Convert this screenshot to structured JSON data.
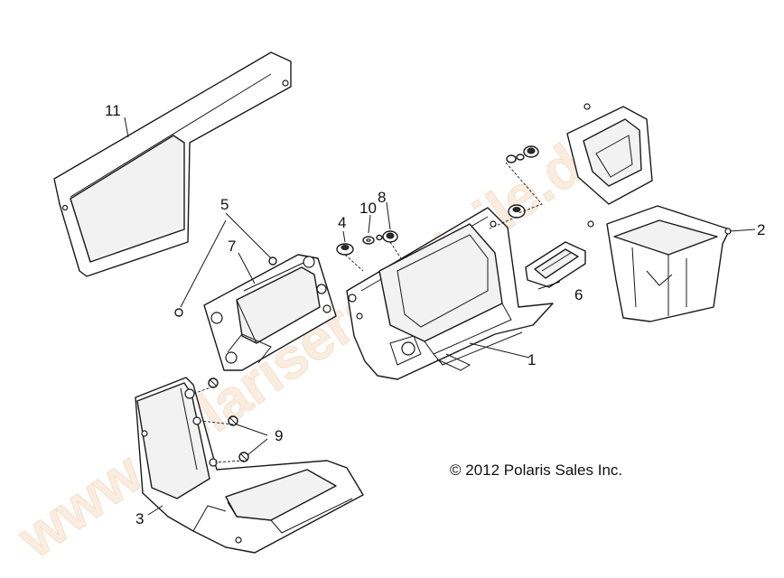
{
  "diagram": {
    "callouts": [
      {
        "id": "c1",
        "label": "1"
      },
      {
        "id": "c2",
        "label": "2"
      },
      {
        "id": "c3",
        "label": "3"
      },
      {
        "id": "c4",
        "label": "4"
      },
      {
        "id": "c5",
        "label": "5"
      },
      {
        "id": "c6",
        "label": "6"
      },
      {
        "id": "c7",
        "label": "7"
      },
      {
        "id": "c8",
        "label": "8"
      },
      {
        "id": "c9",
        "label": "9"
      },
      {
        "id": "c10",
        "label": "10"
      },
      {
        "id": "c11",
        "label": "11"
      }
    ],
    "copyright": "© 2012 Polaris Sales Inc.",
    "watermark": "www.polarisersatzteile.de"
  }
}
